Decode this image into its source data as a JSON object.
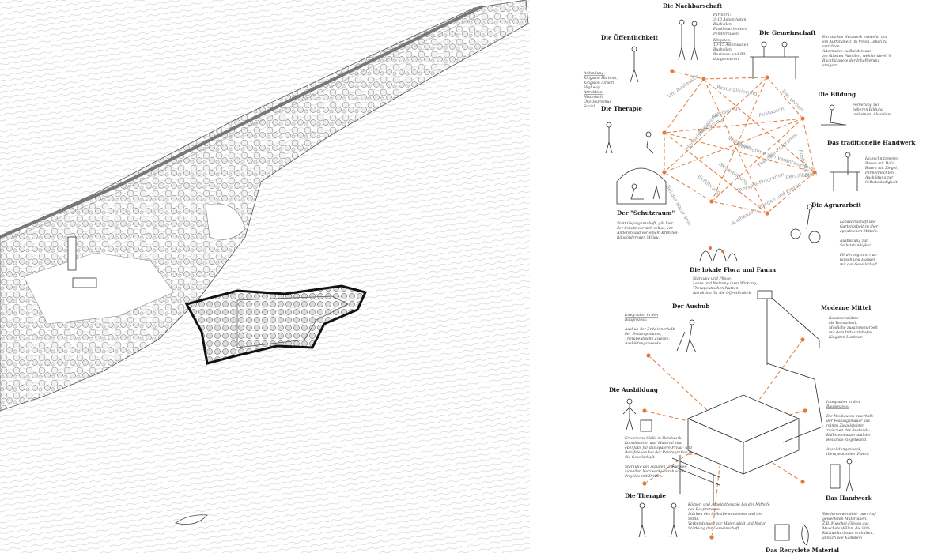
{
  "groups": {
    "top": {
      "title": "Die Nachbarschaft",
      "partners_heading": "Partnern:",
      "partners": [
        "3–10 Asiominaten",
        "Bushvilen",
        "Familienorientiert",
        "Pendlerhusen"
      ],
      "kinder_heading": "Kingston:",
      "kinder": [
        "10–15 Asiominaten",
        "Bushvilen",
        "Business- und Bil-",
        "dungszentren"
      ]
    },
    "oeffentlichkeit": {
      "title": "Die Öffentlichkeit",
      "lines": [
        "Anbindung:",
        "Kingston Harbour,",
        "Kingston Airport",
        "Highway",
        "Attraktion:",
        "Historisch",
        "Öko-Tourismus",
        "Sozial"
      ]
    },
    "gemeinschaft": {
      "title": "Die Gemeinschaft",
      "lines": [
        "Ein starkes Netzwerk entsteht, um",
        "ein Auffangnetz im freien Leben zu",
        "errichten.",
        "Alternative zu Banden und",
        "zerrütteten Familien, welche die 41%",
        "Rückfallquote der Inhaftierung",
        "steigern."
      ]
    },
    "bildung": {
      "title": "Die Bildung",
      "lines": [
        "Förderung zur",
        "höheren Bildung",
        "und einem Abschluss"
      ]
    },
    "therapie_top": {
      "title": "Die Therapie"
    },
    "handwerk_trad": {
      "title": "Das traditionelle Handwerk",
      "lines": [
        "Holzschnitzereien,",
        "Bauen mit Holz,",
        "Bauen mit Ziegel,",
        "Palmenflechten,",
        "Ausbildung zur",
        "Selbstständigkeit"
      ]
    },
    "schutzraum": {
      "title": "Der \"Schutzraum\"",
      "lines": [
        "Statt Gefangenschaft, gilt hier",
        "der Schutz vor sich selbst, vor",
        "Anderen und vor einem Kriminal-",
        "itätsfördernden Milieu."
      ]
    },
    "agrar": {
      "title": "Die Agrararbeit",
      "lines": [
        "Landwirtschaft und",
        "Gartenarbeit zu ther-",
        "apeutischen Mitteln.",
        "",
        "Ausbildung zur",
        "Selbstständigkeit",
        "",
        "Förderung zum Aus-",
        "tausch und Handel",
        "mit der Gesellschaft"
      ]
    },
    "flora": {
      "title": "Die lokale Flora und Fauna",
      "lines": [
        "Stärkung und Pflege,",
        "Lehre und Nutzung ihrer Wirkung,",
        "Therapeutischen Nutzen",
        "Attraktion für die Öffentlichkeit"
      ]
    },
    "aushub": {
      "title": "Der Aushub",
      "lines": [
        "Integration in den",
        "Bauprozess:",
        "",
        "Aushub der Erde innerhalb",
        "der Festungsmauer,",
        "Therapeutische Zwecke,",
        "Ausbildungszwecke"
      ]
    },
    "moderne": {
      "title": "Moderne Mittel",
      "lines": [
        "Bauunterstützte",
        "als Teamarbeit,",
        "Mögliche zusammenarbeit",
        "mit dem Industriehafen",
        "Kingston Harbour."
      ]
    },
    "ausbildung": {
      "title": "Die Ausbildung",
      "lines": [
        "Erworbene Skills in Handwerk,",
        "Koordination und Material sind",
        "ebenfalls für das spätere Privat- und",
        "Berufsleben bei der Reintegration in",
        "die Gesellschaft.",
        "",
        "Stärkung des sozialen und profes-",
        "sionellen Netzwerks durch solch",
        "Projekte mit Dritten."
      ]
    },
    "festung": {
      "lines": [
        "Integration in den",
        "Bauprozess:",
        "",
        "Die Neubauten innerhalb",
        "der Festungsmauer aus",
        "reinen Ziegelsteinen",
        "zwischen der Bestands-",
        "Kalksteinmauer und der",
        "Bestands-Ziegelwand.",
        "",
        "Ausbildungszweck,",
        "therapeutischer Zweck"
      ]
    },
    "therapie_bottom": {
      "title": "Die Therapie",
      "lines": [
        "Körper- und Arbeitstherapie bei der Mithilfe",
        "des Bauprozesses.",
        "Stärken des Selbstbewusstseins und der",
        "Skills.",
        "Verbundenheit zur Materialität und Natur",
        "Stärkung der Gemeinschaft"
      ]
    },
    "handwerk": {
      "title": "Das Handwerk"
    },
    "recycling": {
      "title": "Das Recyclete Material",
      "lines": [
        "Wiederverwendete- oder Auf-",
        "gewerteten Materialien.",
        "Z.B. Muschel-Fliesen aus",
        "Muschelabfällen, die 90%",
        "Kalziumkarbonat enthalten,",
        "ähnlich wie Kalkstein"
      ]
    }
  },
  "network_links": [
    "Um Austausch",
    "Resozialisierung",
    "Das Lernen",
    "Aufklärung",
    "Austausch",
    "Aufklärung",
    "Vertrauen",
    "Übernahme von Verantwortung",
    "Therapie-Programm",
    "Ausbildung",
    "Weiterbildung",
    "Handelsbeziehung",
    "Identifikation",
    "Therapie-Programm",
    "Einführung",
    "Bei der Natur sein",
    "Anpflanzen, Pflegen und Ernten"
  ],
  "colors": {
    "accent": "#e07a3a",
    "ink": "#2a2a2a",
    "paper": "#ffffff"
  }
}
